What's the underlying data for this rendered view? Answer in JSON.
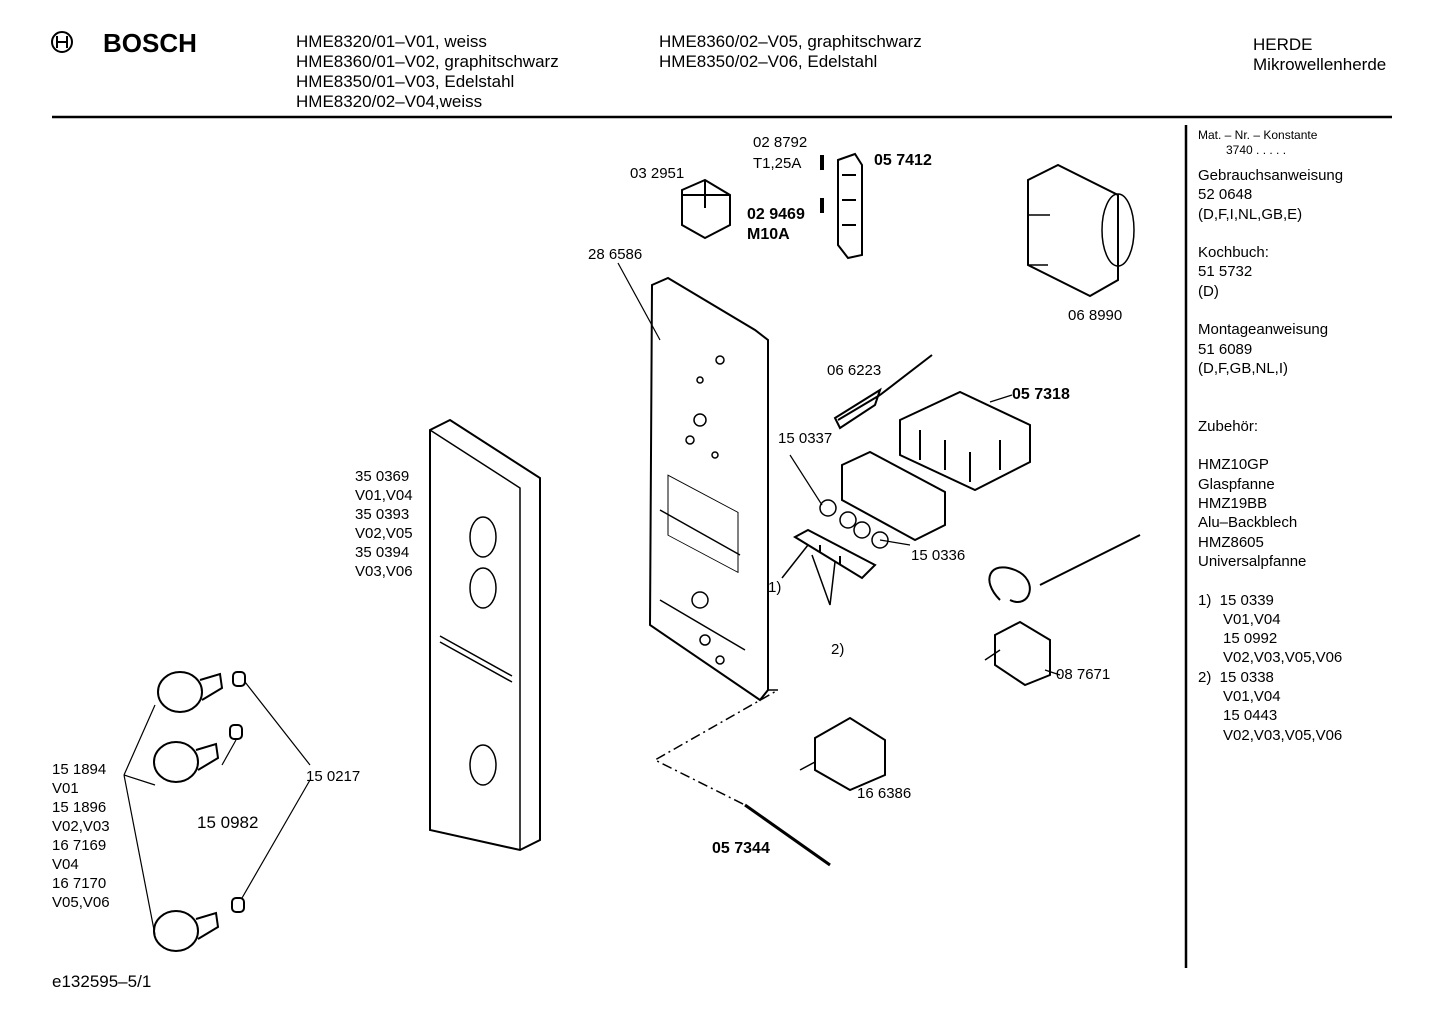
{
  "header": {
    "brand": "BOSCH",
    "models_col1": [
      "HME8320/01–V01, weiss",
      "HME8360/01–V02, graphitschwarz",
      "HME8350/01–V03, Edelstahl",
      "HME8320/02–V04,weiss"
    ],
    "models_col2": [
      "HME8360/02–V05, graphitschwarz",
      "HME8350/02–V06, Edelstahl"
    ],
    "category": [
      "HERDE",
      "Mikrowellenherde"
    ]
  },
  "sidebar": {
    "mat_label": "Mat. – Nr. – Konstante",
    "mat_value": "3740  .  .  .  .  .",
    "lines": [
      "Gebrauchsanweisung",
      "52 0648",
      "(D,F,I,NL,GB,E)",
      "",
      "Kochbuch:",
      "51 5732",
      "(D)",
      "",
      "Montageanweisung",
      "51 6089",
      "(D,F,GB,NL,I)",
      "",
      "",
      "Zubehör:",
      "",
      "HMZ10GP",
      "Glaspfanne",
      "HMZ19BB",
      "Alu–Backblech",
      "HMZ8605",
      "Universalpfanne",
      "",
      "1)  15 0339",
      "      V01,V04",
      "      15 0992",
      "      V02,V03,V05,V06",
      "2)  15 0338",
      "      V01,V04",
      "      15 0443",
      "      V02,V03,V05,V06"
    ]
  },
  "parts": {
    "p028792": "02 8792",
    "p_t125a": "T1,25A",
    "p057412": "05 7412",
    "p032951": "03 2951",
    "p029469": "02 9469",
    "p_m10a": "M10A",
    "p286586": "28 6586",
    "p068990": "06 8990",
    "p066223": "06 6223",
    "p057318": "05 7318",
    "p150337": "15 0337",
    "p150336": "15 0336",
    "ref1": "1)",
    "ref2": "2)",
    "p087671": "08 7671",
    "p166386": "16 6386",
    "p057344": "05 7344",
    "p150217": "15 0217",
    "p150982": "15 0982",
    "panel_codes": [
      "35 0369",
      "V01,V04",
      "35 0393",
      "V02,V05",
      "35 0394",
      "V03,V06"
    ],
    "knob_codes": [
      "15 1894",
      "V01",
      "15 1896",
      "V02,V03",
      "16 7169",
      "V04",
      "16 7170",
      "V05,V06"
    ]
  },
  "footer": {
    "drawing_id": "e132595–5/1"
  }
}
